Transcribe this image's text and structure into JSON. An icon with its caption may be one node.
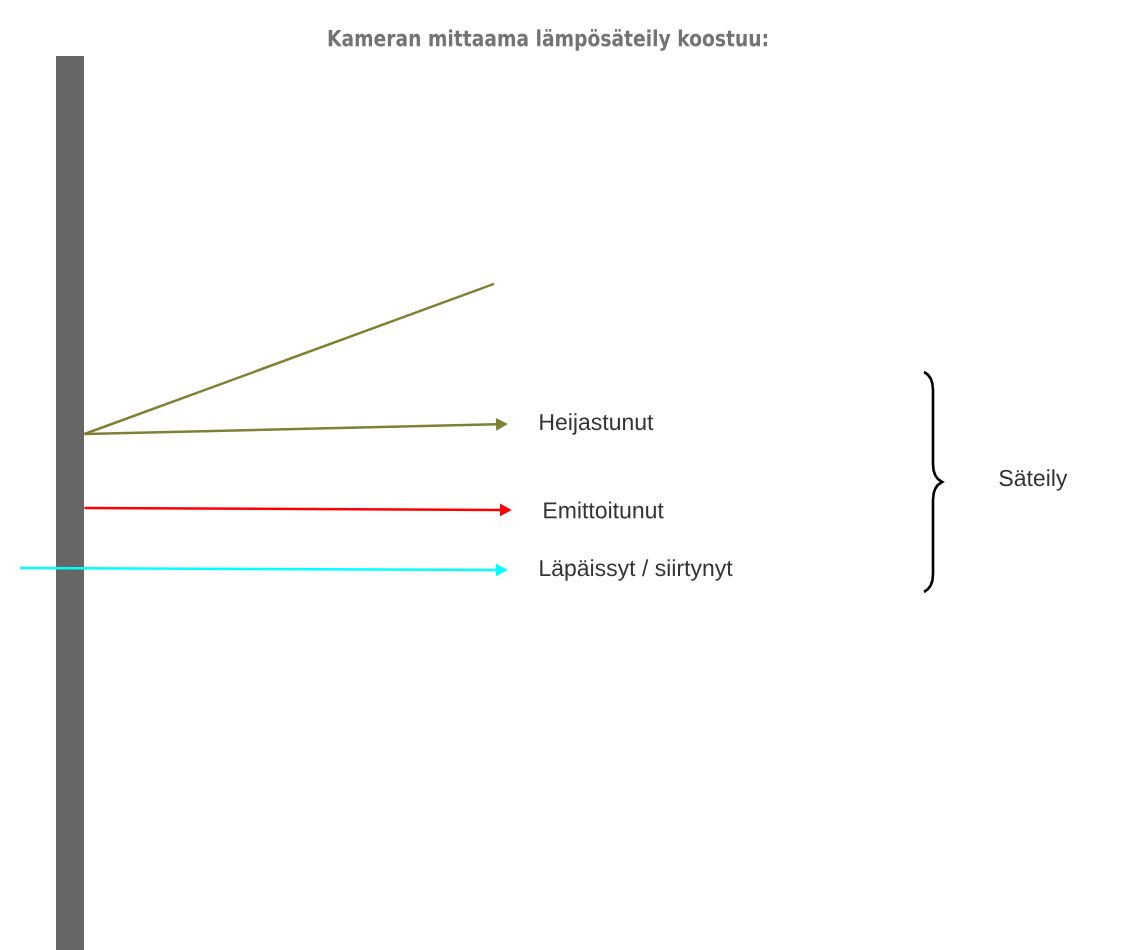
{
  "diagram": {
    "title": "Kameran mittaama lämpösäteily koostuu:",
    "nodes": [
      {
        "text": [],
        "shape": "bar"
      },
      {
        "text": [
          "Heijastunut"
        ]
      },
      {
        "text": [
          "Emittoitunut"
        ]
      },
      {
        "text": [
          "Läpäissyt / siirtynyt"
        ]
      }
    ],
    "edges": [
      {
        "from": null,
        "to": 0,
        "arrow": "none",
        "color": "#808033"
      },
      {
        "from": 0,
        "to": 1,
        "arrow": "to",
        "color": "#808033"
      },
      {
        "from": 0,
        "to": 2,
        "arrow": "to",
        "color": "#ff0000"
      },
      {
        "from": null,
        "to": 3,
        "arrow": "to",
        "color": "#00ffff"
      }
    ],
    "labels": [
      "Säteily"
    ]
  }
}
